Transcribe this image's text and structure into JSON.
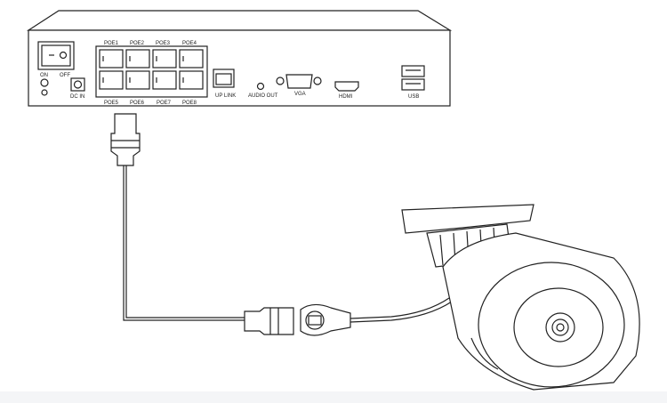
{
  "nvr": {
    "switch": {
      "on": "ON",
      "off": "OFF"
    },
    "dc_in": "DC IN",
    "poe_top": [
      "POE1",
      "POE2",
      "POE3",
      "POE4"
    ],
    "poe_bottom": [
      "POE5",
      "POE6",
      "POE7",
      "POE8"
    ],
    "uplink": "UP LINK",
    "audio_out": "AUDIO OUT",
    "vga": "VGA",
    "hdmi": "HDMI",
    "usb": "USB"
  },
  "colors": {
    "line": "#222222",
    "background": "#ffffff",
    "floor": "#f4f5f7"
  }
}
